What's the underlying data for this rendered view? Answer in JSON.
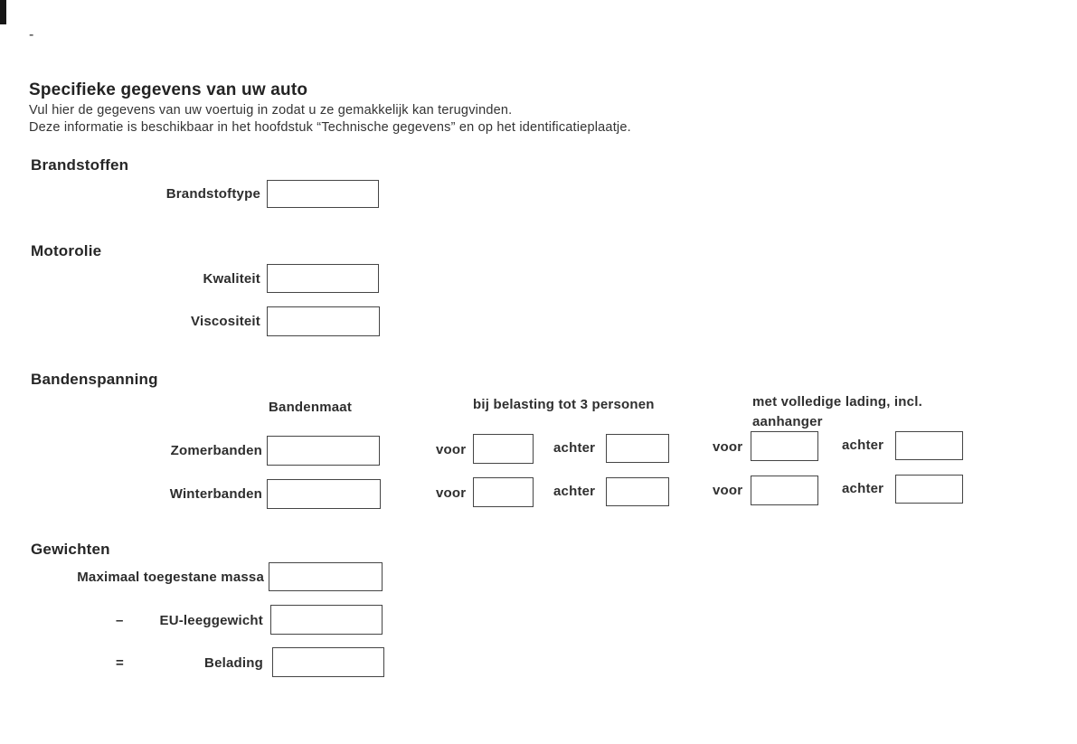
{
  "page": {
    "corner_mark": "-",
    "title": "Specifieke gegevens van uw auto",
    "intro": [
      "Vul hier de gegevens van uw voertuig in zodat u ze gemakkelijk kan terugvinden.",
      "Deze informatie is beschikbaar in het hoofdstuk “Technische gegevens” en op het identificatieplaatje."
    ]
  },
  "brandstoffen": {
    "heading": "Brandstoffen",
    "brandstoftype_label": "Brandstoftype",
    "brandstoftype_value": ""
  },
  "motorolie": {
    "heading": "Motorolie",
    "kwaliteit_label": "Kwaliteit",
    "kwaliteit_value": "",
    "viscositeit_label": "Viscositeit",
    "viscositeit_value": ""
  },
  "bandenspanning": {
    "heading": "Bandenspanning",
    "columns": {
      "bandenmaat": "Bandenmaat",
      "belasting": "bij belasting tot 3 personen",
      "lading_line1": "met volledige lading, incl.",
      "lading_line2": "aanhanger"
    },
    "voor_label": "voor",
    "achter_label": "achter",
    "rows": [
      {
        "label": "Zomerbanden",
        "bandenmaat": "",
        "belasting_voor": "",
        "belasting_achter": "",
        "lading_voor": "",
        "lading_achter": ""
      },
      {
        "label": "Winterbanden",
        "bandenmaat": "",
        "belasting_voor": "",
        "belasting_achter": "",
        "lading_voor": "",
        "lading_achter": ""
      }
    ]
  },
  "gewichten": {
    "heading": "Gewichten",
    "rows": [
      {
        "operator": "",
        "label": "Maximaal toegestane massa",
        "value": ""
      },
      {
        "operator": "–",
        "label": "EU-leeggewicht",
        "value": ""
      },
      {
        "operator": "=",
        "label": "Belading",
        "value": ""
      }
    ]
  }
}
